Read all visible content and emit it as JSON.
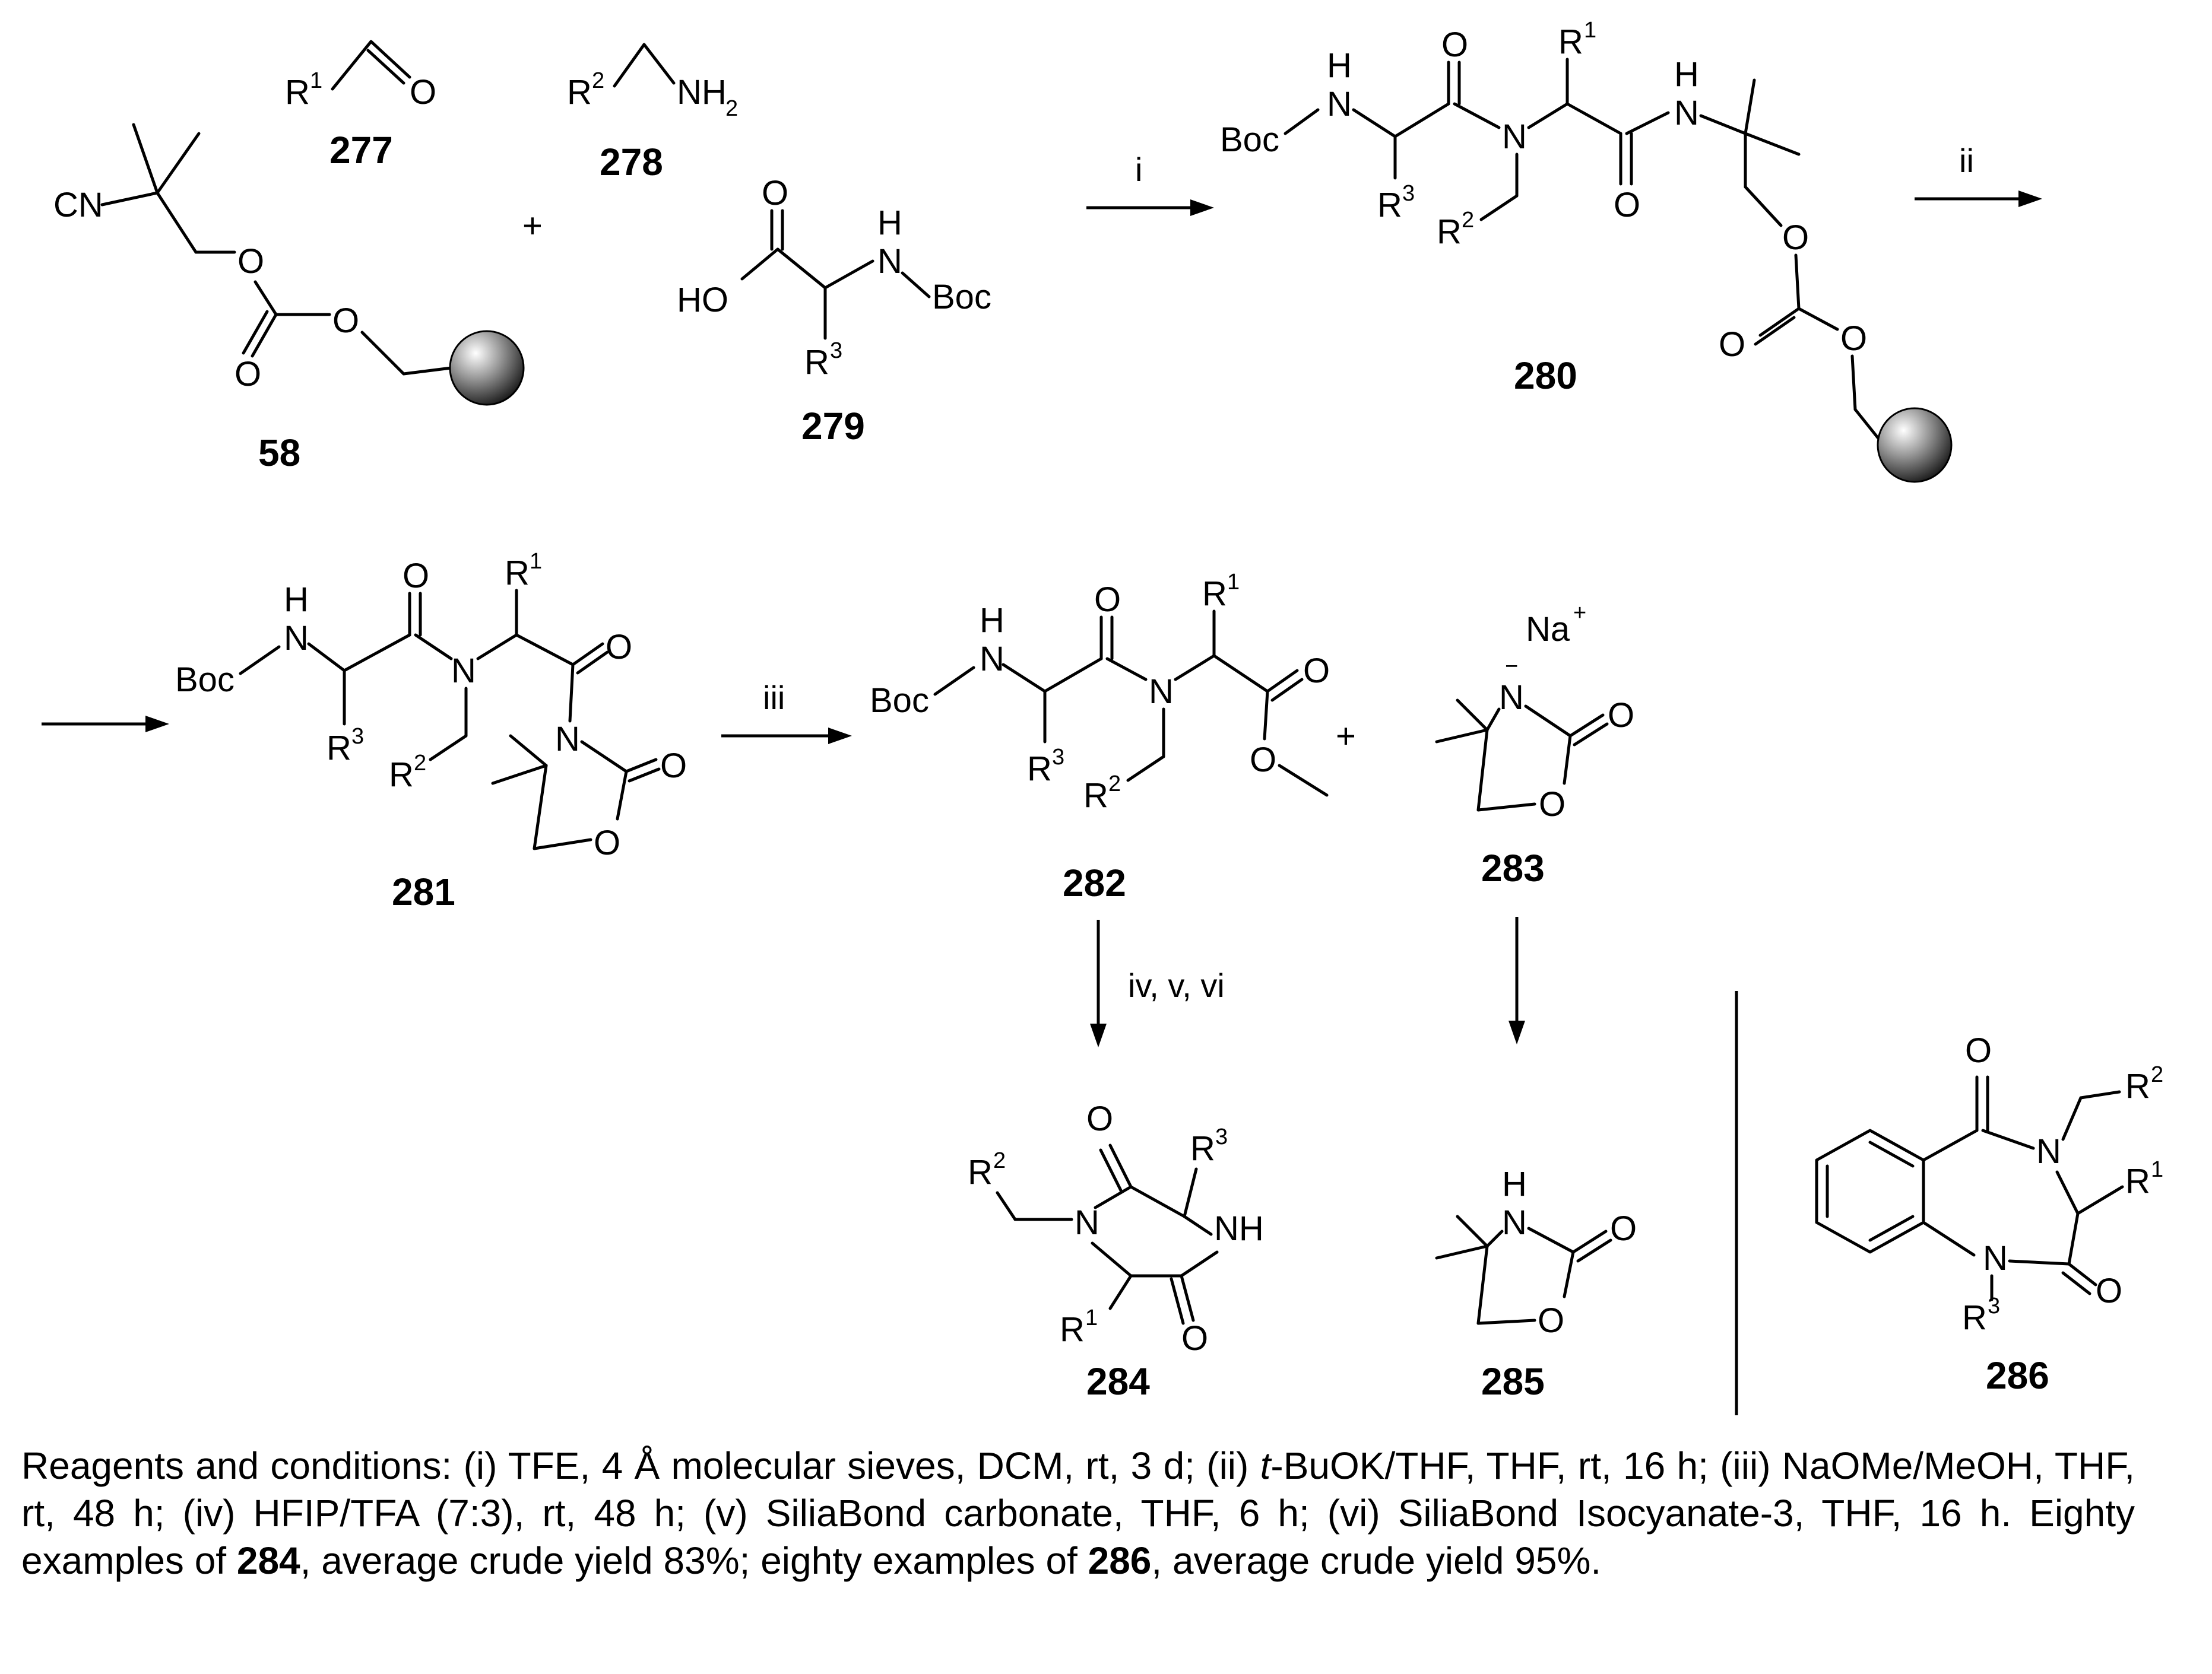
{
  "compounds": {
    "c58": "58",
    "c277": "277",
    "c278": "278",
    "c279": "279",
    "c280": "280",
    "c281": "281",
    "c282": "282",
    "c283": "283",
    "c284": "284",
    "c285": "285",
    "c286": "286"
  },
  "atoms": {
    "O": "O",
    "N": "N",
    "H": "H",
    "NH": "NH",
    "CN": "CN",
    "HO": "HO",
    "Boc": "Boc",
    "R": "R",
    "NH2_N": "NH",
    "NH2_sub": "2",
    "Na": "Na",
    "plus": "+",
    "minus": "−",
    "sup1": "1",
    "sup2": "2",
    "sup3": "3"
  },
  "operators": {
    "plus": "+"
  },
  "reagent_labels": {
    "i": "i",
    "ii": "ii",
    "iii": "iii",
    "iv_v_vi": "iv, v, vi"
  },
  "caption": {
    "p1": "Reagents and conditions: (i) TFE, 4 Å molecular sieves, DCM, rt, 3 d; (ii) ",
    "p2": "t",
    "p3": "-BuOK/THF, THF, rt, 16 h; (iii) NaOMe/MeOH, THF, rt, 48 h; (iv) HFIP/TFA (7:3), rt, 48 h; (v) SiliaBond carbonate, THF, 6 h; (vi) SiliaBond Isocyanate-3, THF, 16 h. Eighty examples of ",
    "p4": "284",
    "p5": ", average crude yield 83%; eighty examples of ",
    "p6": "286",
    "p7": ", average crude yield 95%."
  }
}
